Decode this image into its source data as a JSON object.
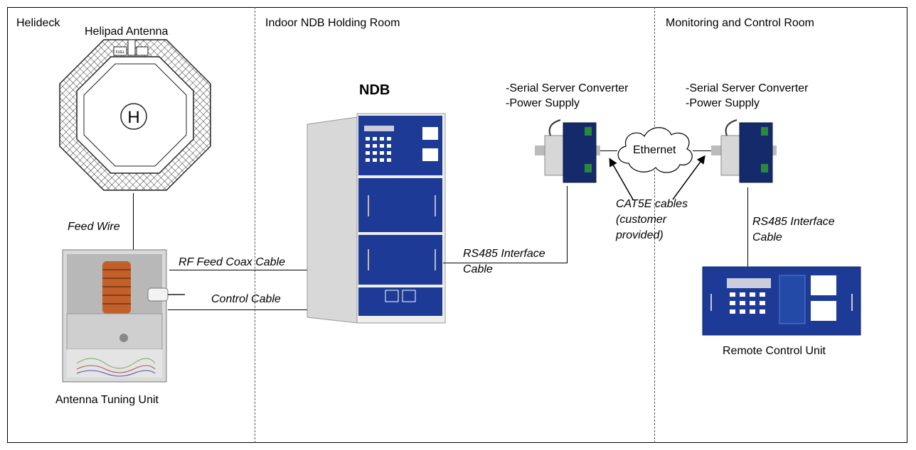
{
  "sections": {
    "helideck": "Helideck",
    "ndb_room": "Indoor NDB Holding Room",
    "monitoring_room": "Monitoring and Control Room"
  },
  "components": {
    "helipad_antenna": "Helipad Antenna",
    "helipad_letter": "H",
    "fuel_sign": "FUEL",
    "ndb": "NDB",
    "antenna_tuning_unit": "Antenna Tuning Unit",
    "remote_control_unit": "Remote Control Unit",
    "ethernet": "Ethernet",
    "converter_left": [
      "-Serial Server Converter",
      "-Power Supply"
    ],
    "converter_right": [
      "-Serial Server Converter",
      "-Power Supply"
    ]
  },
  "cables": {
    "feed_wire": "Feed Wire",
    "rf_feed_coax": "RF Feed Coax Cable",
    "control_cable": "Control Cable",
    "rs485_left": [
      "RS485 Interface",
      "Cable"
    ],
    "rs485_right": [
      "RS485 Interface",
      "Cable"
    ],
    "cat5e": [
      "CAT5E cables",
      "(customer",
      "provided)"
    ]
  }
}
